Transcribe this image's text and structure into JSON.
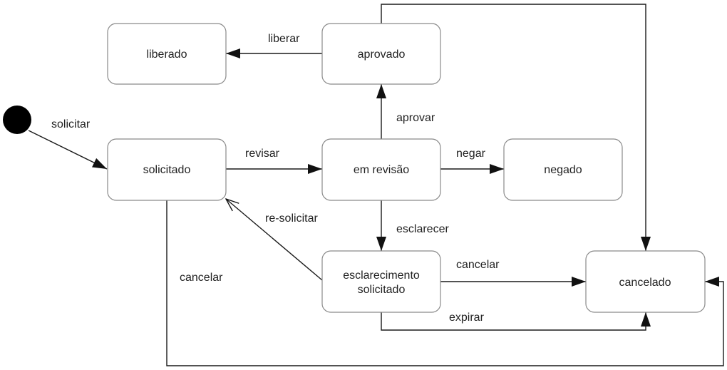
{
  "states": {
    "liberado": "liberado",
    "aprovado": "aprovado",
    "solicitado": "solicitado",
    "em_revisao": "em revisão",
    "negado": "negado",
    "esclarecimento_line1": "esclarecimento",
    "esclarecimento_line2": "solicitado",
    "cancelado": "cancelado"
  },
  "transitions": {
    "solicitar": "solicitar",
    "liberar": "liberar",
    "aprovar": "aprovar",
    "revisar": "revisar",
    "negar": "negar",
    "re_solicitar": "re-solicitar",
    "esclarecer": "esclarecer",
    "cancelar_left": "cancelar",
    "cancelar_right": "cancelar",
    "expirar": "expirar"
  },
  "colors": {
    "box_border": "#8a8a8a",
    "line": "#1a1a1a",
    "initial_node": "#000000"
  }
}
